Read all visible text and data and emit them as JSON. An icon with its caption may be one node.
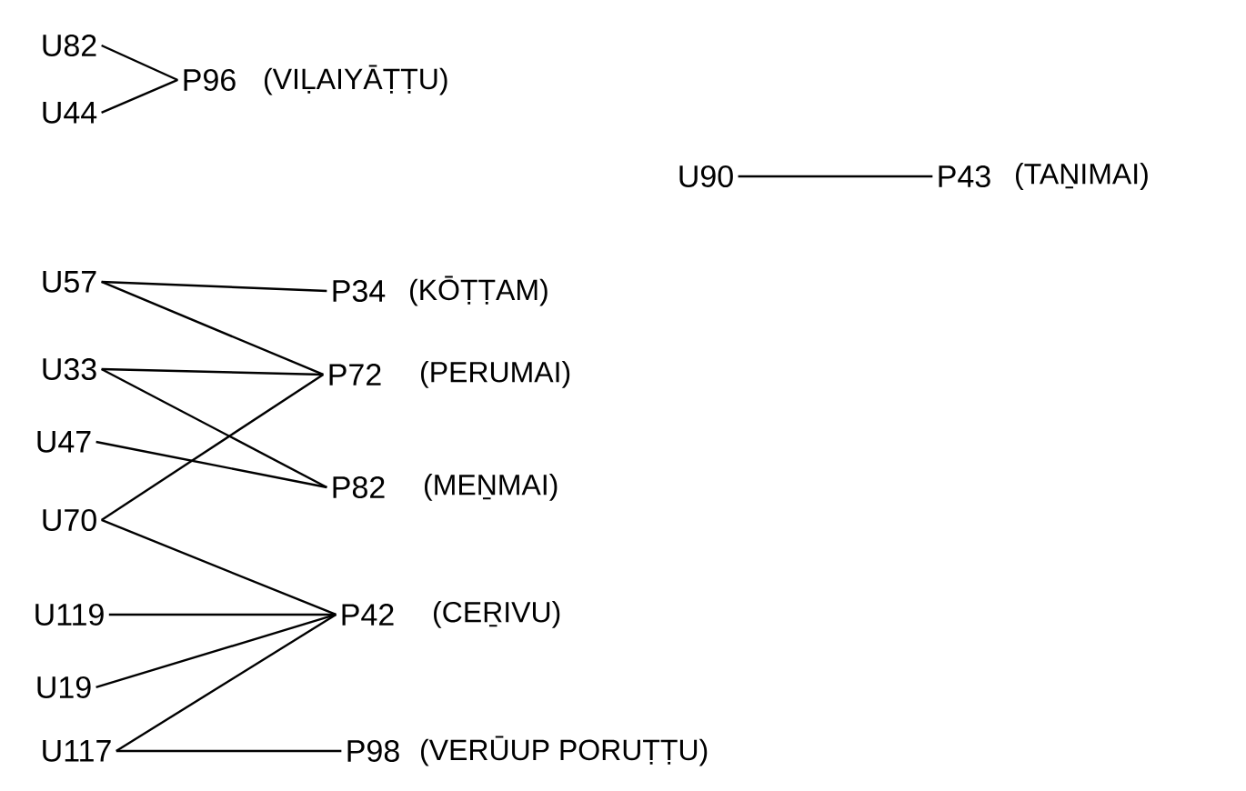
{
  "diagram": {
    "nodes": [
      {
        "text": [
          "U82"
        ]
      },
      {
        "text": [
          "U44"
        ]
      },
      {
        "text": [
          "P96"
        ],
        "beside": [
          "(VIḶAIYĀṬṬU)"
        ]
      },
      {
        "text": [
          "U90"
        ]
      },
      {
        "text": [
          "P43"
        ],
        "beside": [
          "(TAṈIMAI)"
        ]
      },
      {
        "text": [
          "U57"
        ]
      },
      {
        "text": [
          "P34"
        ],
        "beside": [
          "(KŌṬṬAM)"
        ]
      },
      {
        "text": [
          "U33"
        ]
      },
      {
        "text": [
          "P72"
        ],
        "beside": [
          "(PERUMAI)"
        ]
      },
      {
        "text": [
          "U47"
        ]
      },
      {
        "text": [
          "P82"
        ],
        "beside": [
          "(MEṈMAI)"
        ]
      },
      {
        "text": [
          "U70"
        ]
      },
      {
        "text": [
          "U119"
        ]
      },
      {
        "text": [
          "P42"
        ],
        "beside": [
          "(CEṞIVU)"
        ]
      },
      {
        "text": [
          "U19"
        ]
      },
      {
        "text": [
          "U117"
        ]
      },
      {
        "text": [
          "P98"
        ],
        "beside": [
          "(VERŪUP PORUṬṬU)"
        ]
      }
    ],
    "edges": [
      {
        "from": 0,
        "to": 2,
        "arrow": "none"
      },
      {
        "from": 1,
        "to": 2,
        "arrow": "none"
      },
      {
        "from": 3,
        "to": 4,
        "arrow": "none"
      },
      {
        "from": 5,
        "to": 6,
        "arrow": "none"
      },
      {
        "from": 5,
        "to": 8,
        "arrow": "none"
      },
      {
        "from": 7,
        "to": 8,
        "arrow": "none"
      },
      {
        "from": 7,
        "to": 10,
        "arrow": "none"
      },
      {
        "from": 9,
        "to": 10,
        "arrow": "none"
      },
      {
        "from": 11,
        "to": 8,
        "arrow": "none"
      },
      {
        "from": 11,
        "to": 13,
        "arrow": "none"
      },
      {
        "from": 12,
        "to": 13,
        "arrow": "none"
      },
      {
        "from": 14,
        "to": 13,
        "arrow": "none"
      },
      {
        "from": 15,
        "to": 13,
        "arrow": "none"
      },
      {
        "from": 15,
        "to": 16,
        "arrow": "none"
      }
    ]
  }
}
